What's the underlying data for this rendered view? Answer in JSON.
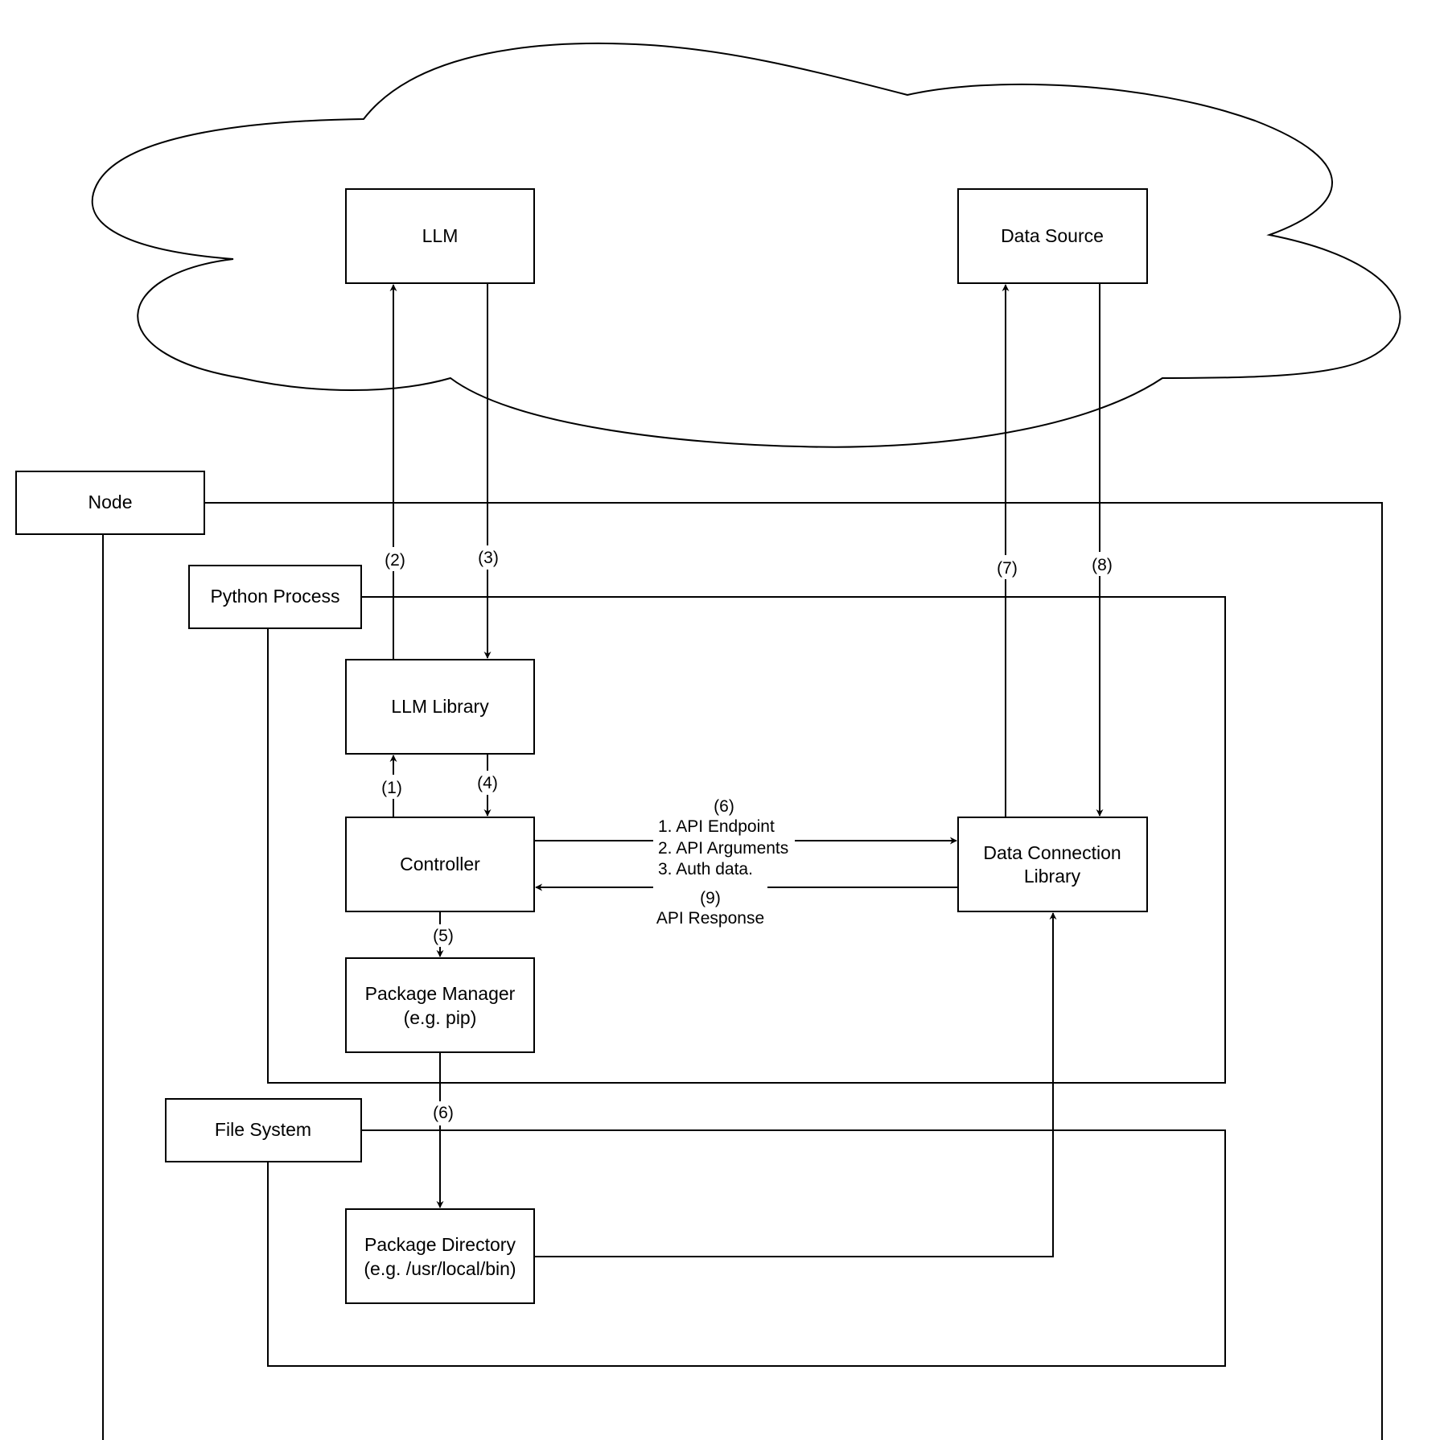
{
  "nodes": {
    "llm": "LLM",
    "data_source": "Data Source",
    "node": "Node",
    "python_process": "Python Process",
    "llm_library": "LLM Library",
    "controller": "Controller",
    "data_connection_library": [
      "Data Connection",
      "Library"
    ],
    "package_manager": [
      "Package Manager",
      "(e.g. pip)"
    ],
    "file_system": "File System",
    "package_directory": [
      "Package Directory",
      "(e.g. /usr/local/bin)"
    ]
  },
  "edges": {
    "e1": "(1)",
    "e2": "(2)",
    "e3": "(3)",
    "e4": "(4)",
    "e5": "(5)",
    "e6_request": [
      "(6)",
      "1. API Endpoint",
      "2. API Arguments",
      "3. Auth data."
    ],
    "e6_install": "(6)",
    "e7": "(7)",
    "e8": "(8)",
    "e9": [
      "(9)",
      "API Response"
    ]
  }
}
